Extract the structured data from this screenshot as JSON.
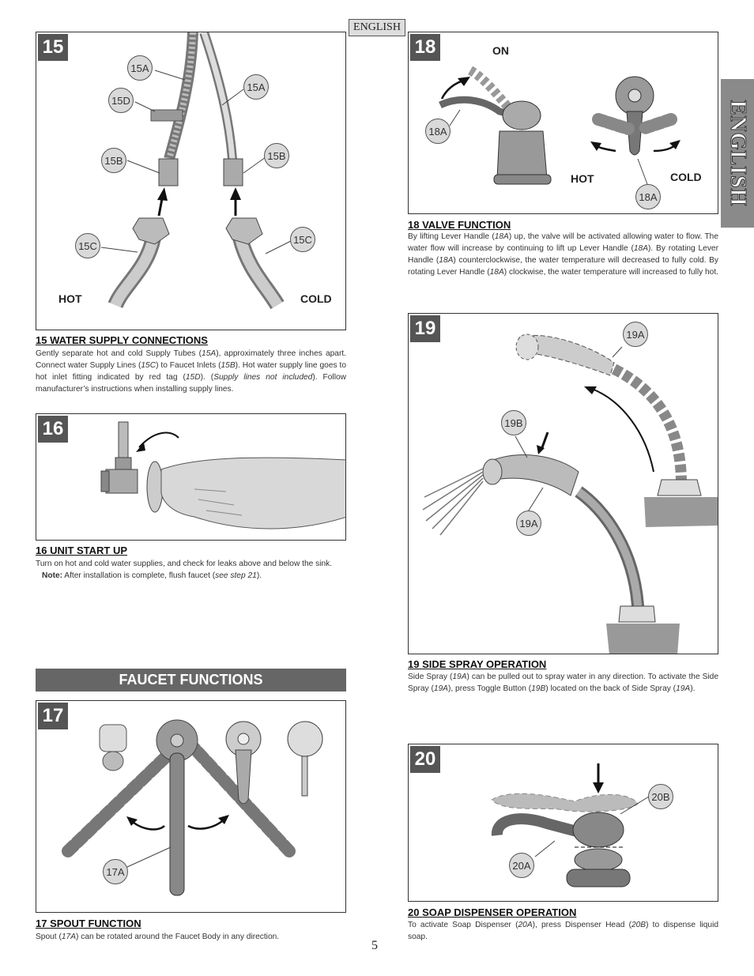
{
  "header": {
    "language_tab": "ENGLISH",
    "side_tab": "ENGLISH"
  },
  "step15": {
    "number": "15",
    "callouts": {
      "a1": "15A",
      "a2": "15A",
      "d": "15D",
      "b1": "15B",
      "b2": "15B",
      "c1": "15C",
      "c2": "15C"
    },
    "hot": "HOT",
    "cold": "COLD",
    "heading": "15  WATER SUPPLY CONNECTIONS",
    "body_parts": [
      "Gently separate hot and cold Supply Tubes (",
      "15A",
      "), approximately three inches apart. Connect water Supply Lines (",
      "15C",
      ") to Faucet Inlets (",
      "15B",
      ").  Hot water supply line goes to hot inlet fitting indicated by red tag (",
      "15D",
      ").  (",
      "Supply lines not included",
      ").  Follow manufacturer’s instructions when installing supply lines."
    ]
  },
  "step16": {
    "number": "16",
    "heading": "16  UNIT START UP",
    "body": "Turn on hot and cold water supplies, and check for leaks above and below the sink.",
    "note_label": "Note:",
    "note_text": " After installation is complete, flush faucet (",
    "note_ref": "see step 21",
    "note_end": ")."
  },
  "banner": "FAUCET FUNCTIONS",
  "step17": {
    "number": "17",
    "callout": "17A",
    "heading": "17  SPOUT  FUNCTION",
    "body_parts": [
      "Spout (",
      "17A",
      ") can be rotated around the Faucet Body in any direction."
    ]
  },
  "step18": {
    "number": "18",
    "on": "ON",
    "hot": "HOT",
    "cold": "COLD",
    "callouts": {
      "a1": "18A",
      "a2": "18A"
    },
    "heading": "18  VALVE FUNCTION",
    "body_parts": [
      "By lifting Lever Handle (",
      "18A",
      ") up, the valve will be activated allowing water to flow.  The water flow will increase by continuing to lift up Lever Handle (",
      "18A",
      ").  By rotating Lever Handle (",
      "18A",
      ") counterclockwise, the water temperature will decreased to fully cold.  By rotating Lever Handle (",
      "18A",
      ") clockwise, the water temperature will increased to fully hot."
    ]
  },
  "step19": {
    "number": "19",
    "callouts": {
      "a1": "19A",
      "b": "19B",
      "a2": "19A"
    },
    "heading": "19  SIDE SPRAY OPERATION",
    "body_parts": [
      "Side Spray (",
      "19A",
      ") can be pulled out to spray water in any direction. To activate the Side Spray (",
      "19A",
      "), press Toggle Button (",
      "19B",
      ") located on the back of Side Spray (",
      "19A",
      ")."
    ]
  },
  "step20": {
    "number": "20",
    "callouts": {
      "b": "20B",
      "a": "20A"
    },
    "heading": "20  SOAP DISPENSER OPERATION",
    "body_parts": [
      "To activate Soap Dispenser (",
      "20A",
      "), press Dispenser Head (",
      "20B",
      ") to dispense liquid soap."
    ]
  },
  "page_number": "5"
}
